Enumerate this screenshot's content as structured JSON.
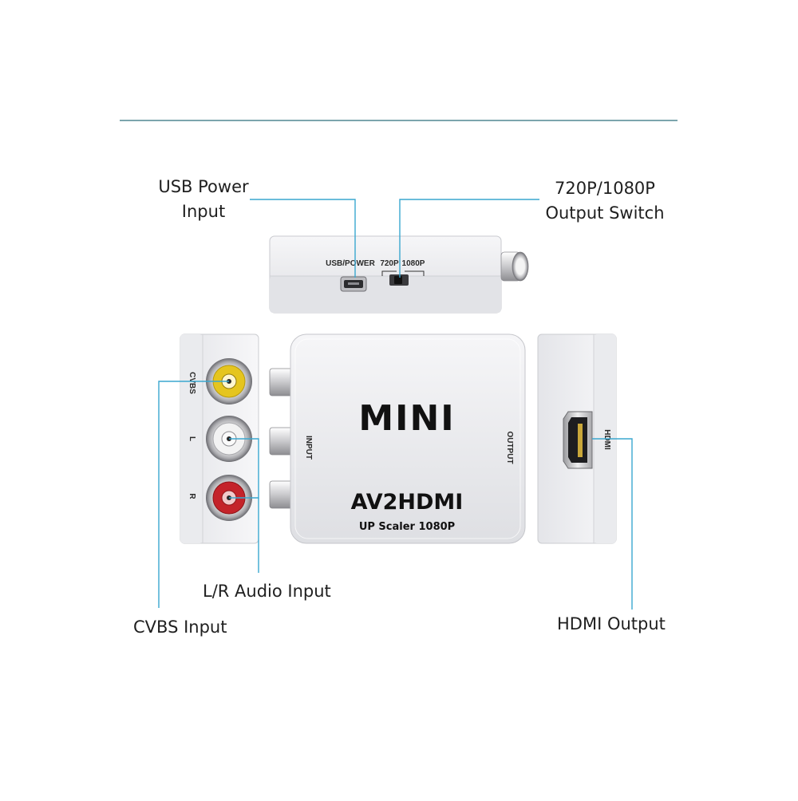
{
  "callouts": {
    "usb_power": {
      "line1": "USB Power",
      "line2": "Input"
    },
    "output_switch": {
      "line1": "720P/1080P",
      "line2": "Output Switch"
    },
    "lr_audio": "L/R Audio Input",
    "cvbs": "CVBS Input",
    "hdmi_output": "HDMI Output"
  },
  "device": {
    "top_view": {
      "usb_label": "USB/POWER",
      "switch_720": "720P",
      "switch_1080": "1080P"
    },
    "front": {
      "brand": "MINI",
      "model": "AV2HDMI",
      "subtitle": "UP Scaler 1080P",
      "input_label": "INPUT",
      "output_label": "OUTPUT"
    },
    "left_panel": {
      "cvbs": "CVBS",
      "left": "L",
      "right": "R"
    },
    "right_panel": {
      "hdmi": "HDMI"
    }
  },
  "colors": {
    "leader_line": "#3aa7cf",
    "header_rule": "#2f6f7c",
    "housing": "#f1f1f3",
    "rca_yellow": "#e5c51f",
    "rca_white": "#f3f3f3",
    "rca_red": "#c4232a"
  }
}
